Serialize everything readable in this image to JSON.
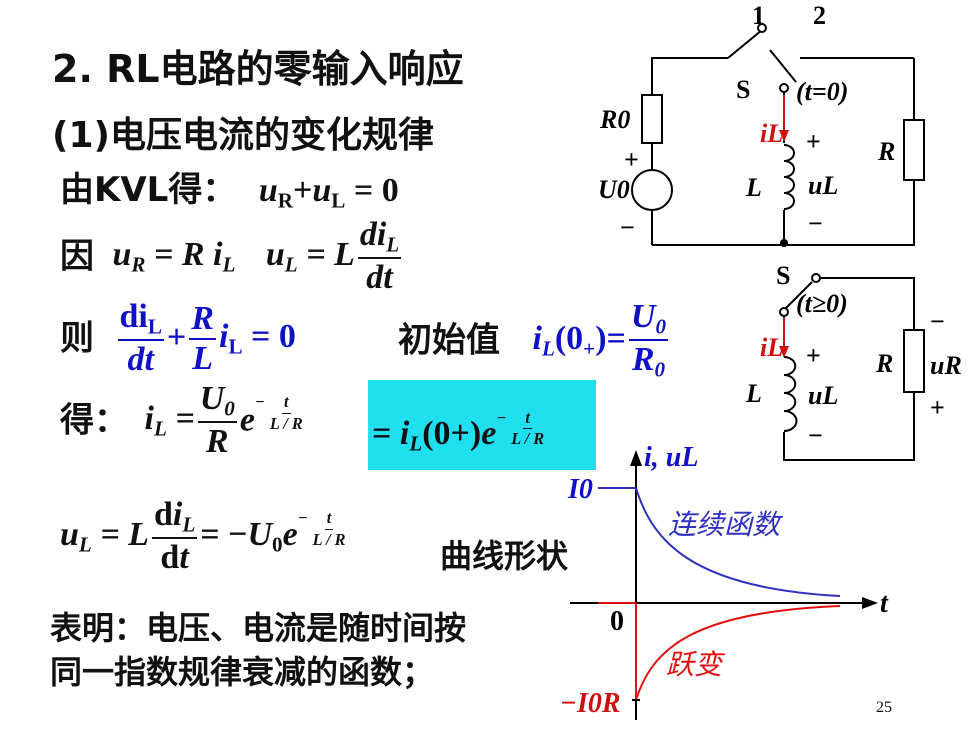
{
  "heading": "2. RL电路的零输入响应",
  "subheading": "(1)电压电流的变化规律",
  "kvl": {
    "prefix": "由KVL得：",
    "eq": "uR+uL = 0"
  },
  "yin": "因",
  "ze": "则",
  "de": "得：",
  "init_label": "初始值",
  "curve_label": "曲线形状",
  "conclusion_line1": "表明：电压、电流是随时间按",
  "conclusion_line2": "同一指数规律衰减的函数；",
  "page_number": "25",
  "circuit1": {
    "switch_pos1": "1",
    "switch_pos2": "2",
    "switch_label": "S",
    "switch_time": "(t=0)",
    "r0": "R0",
    "u0": "U0",
    "current": "iL",
    "inductor": "L",
    "inductor_voltage": "uL",
    "resistor": "R",
    "plus": "+",
    "minus": "−"
  },
  "circuit2": {
    "switch_label": "S",
    "switch_time": "(t≥0)",
    "current": "iL",
    "inductor": "L",
    "inductor_voltage": "uL",
    "resistor": "R",
    "resistor_voltage": "uR",
    "plus": "+",
    "minus": "−"
  },
  "graph": {
    "y_label": "i, uL",
    "x_label": "t",
    "origin": "0",
    "i0": "I0",
    "neg_i0r": "−I0R",
    "continuous_label": "连续函数",
    "jump_label": "跃变",
    "colors": {
      "current_curve": "#3030c0",
      "voltage_curve": "#e01010"
    }
  },
  "colors": {
    "highlight": "#20e0f0",
    "blue_text": "#1010c8",
    "red_text": "#d01010"
  }
}
